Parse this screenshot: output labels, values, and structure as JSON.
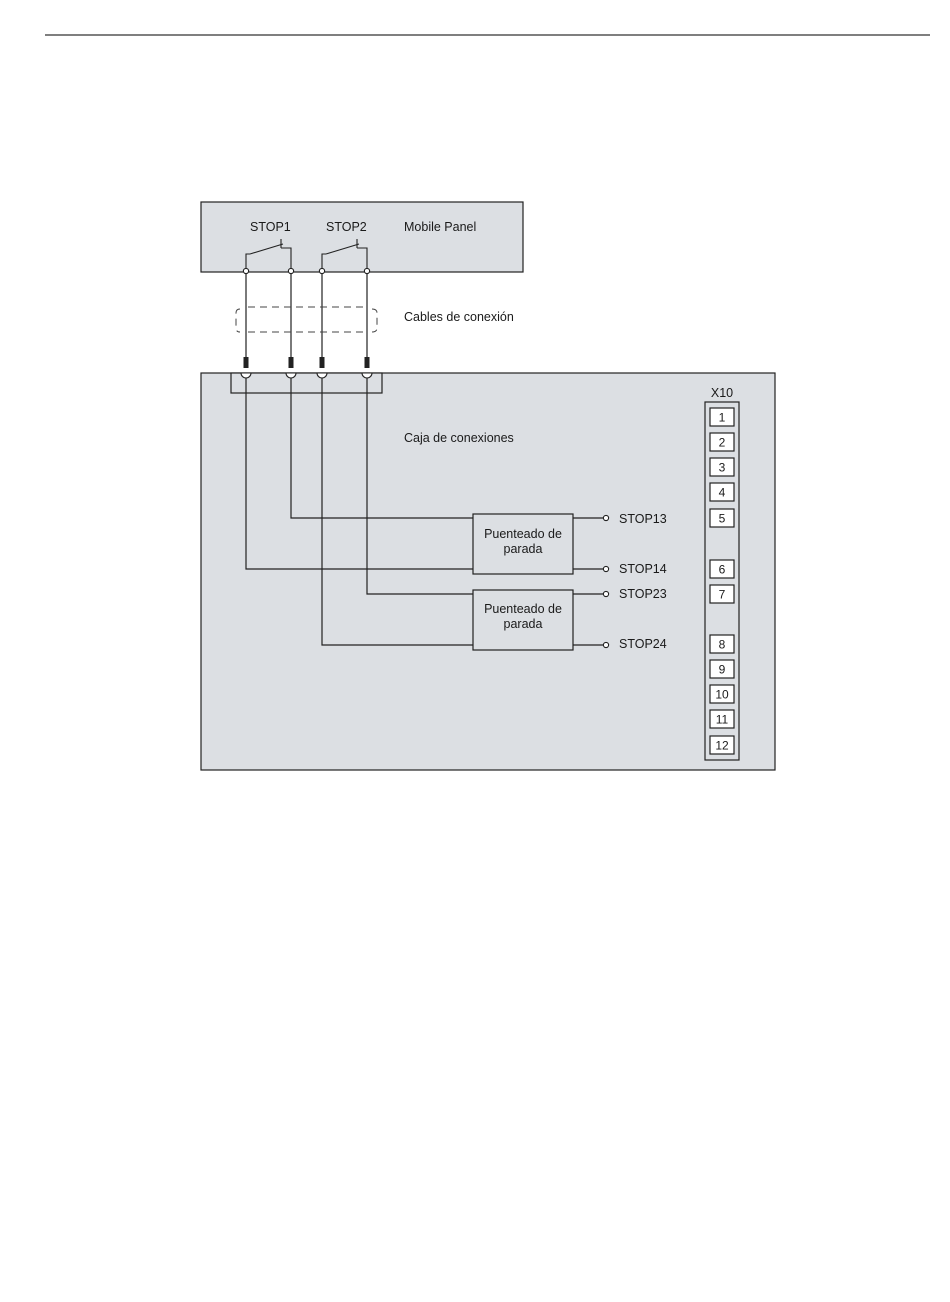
{
  "mobile_panel": {
    "label": "Mobile Panel",
    "stop1": "STOP1",
    "stop2": "STOP2"
  },
  "cables": {
    "label": "Cables de conexión"
  },
  "junction_box": {
    "label": "Caja de conexiones"
  },
  "bridge_1": {
    "line1": "Puenteado de",
    "line2": "parada"
  },
  "bridge_2": {
    "line1": "Puenteado de",
    "line2": "parada"
  },
  "outputs": {
    "stop13": "STOP13",
    "stop14": "STOP14",
    "stop23": "STOP23",
    "stop24": "STOP24"
  },
  "terminal_block": {
    "title": "X10",
    "terminals": [
      "1",
      "2",
      "3",
      "4",
      "5",
      "6",
      "7",
      "8",
      "9",
      "10",
      "11",
      "12"
    ]
  },
  "colors": {
    "box_fill": "#dcdfe3",
    "stroke": "#222222",
    "page": "#ffffff"
  }
}
